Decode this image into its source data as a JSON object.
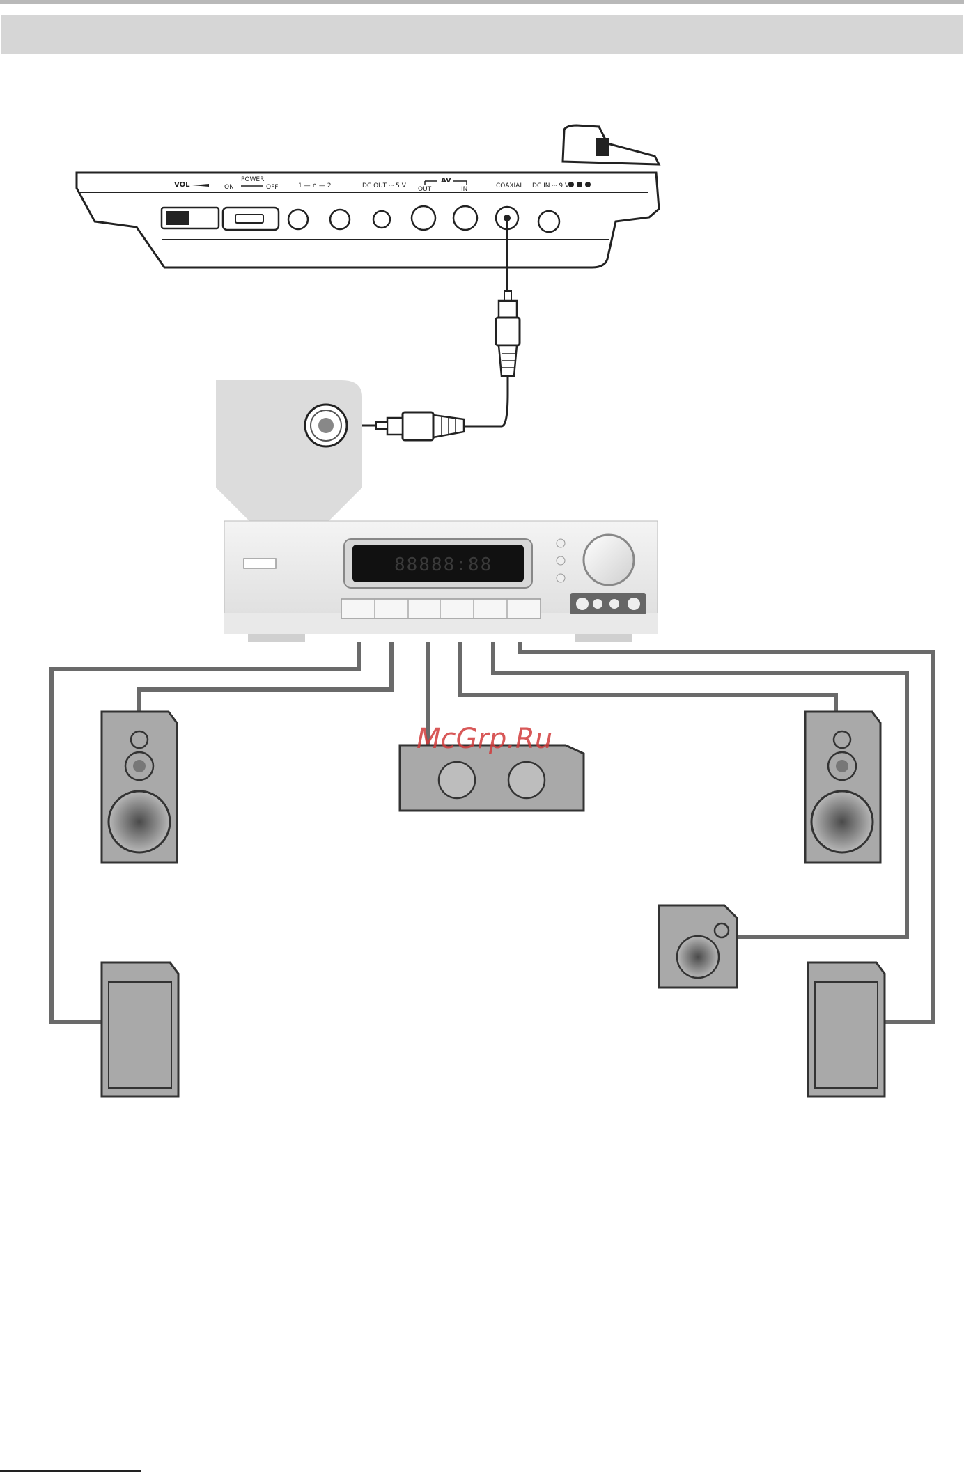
{
  "player": {
    "labels": {
      "vol": "VOL",
      "power": "POWER",
      "on": "ON",
      "off": "OFF",
      "headphones": "1 — ∩ — 2",
      "dc_out": "DC OUT ⎓ 5 V",
      "av": "AV",
      "av_out": "OUT",
      "av_in": "IN",
      "coaxial": "COAXIAL",
      "dc_in": "DC IN ⎓ 9 V"
    }
  },
  "receiver": {
    "display_text": "88888:88"
  },
  "watermark": "McGrp.Ru",
  "colors": {
    "header_band": "#d6d6d6",
    "speaker_fill": "#a9a9a9",
    "wire": "#6a6a6a",
    "callout": "#dcdcdc"
  }
}
